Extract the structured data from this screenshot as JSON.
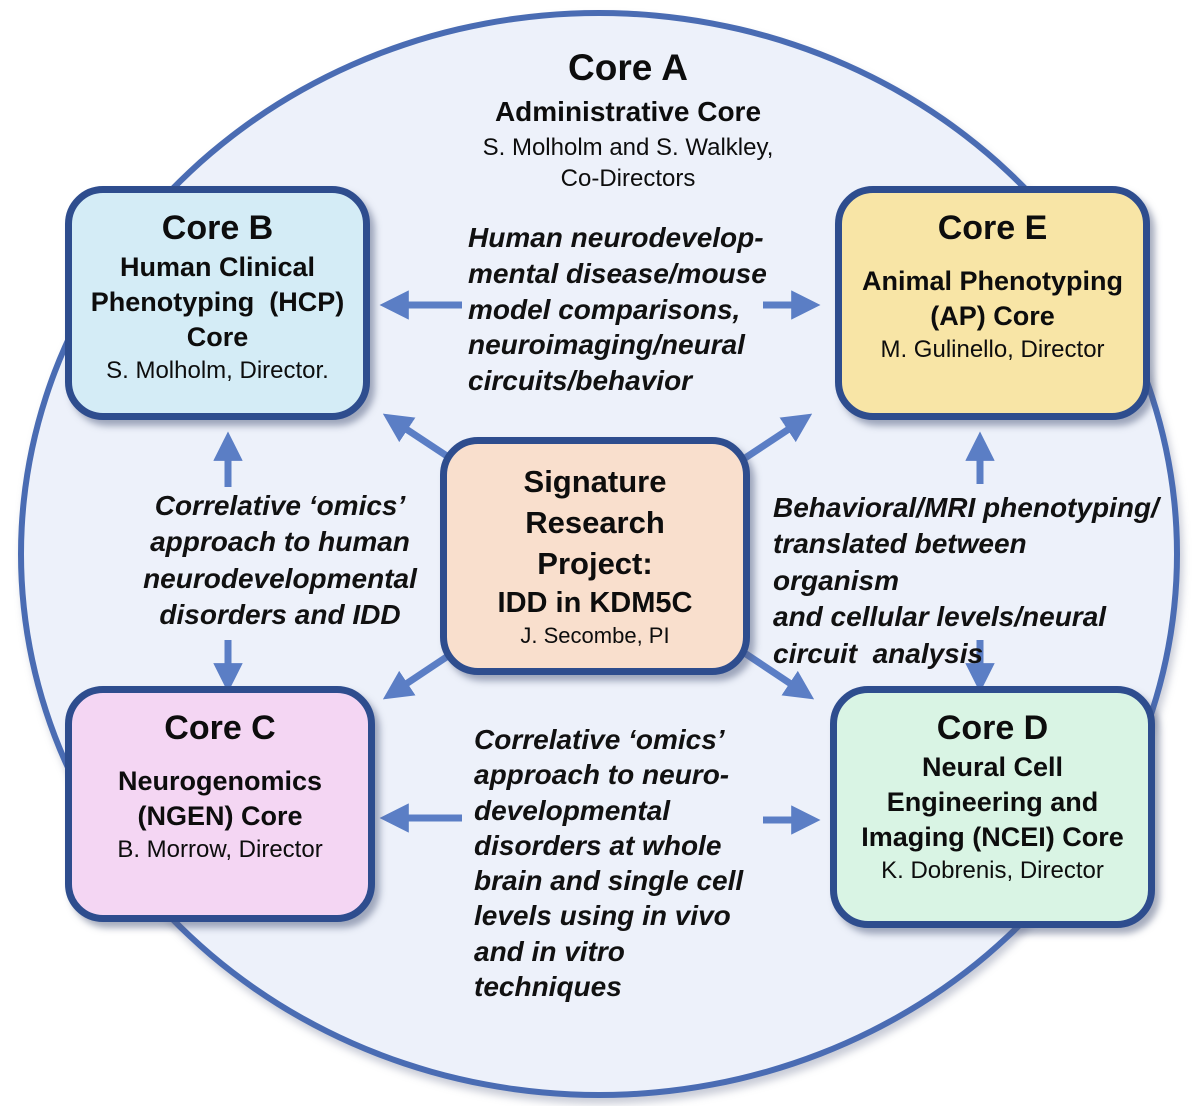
{
  "core_a": {
    "title": "Core A",
    "subtitle": "Administrative Core",
    "directors": "S. Molholm and S. Walkley,\nCo-Directors"
  },
  "boxes": {
    "core_b": {
      "title": "Core B",
      "name": "Human Clinical\nPhenotyping  (HCP)\nCore",
      "director": "S. Molholm, Director."
    },
    "core_e": {
      "title": "Core E",
      "name": "Animal Phenotyping\n(AP) Core",
      "director": "M. Gulinello, Director"
    },
    "center": {
      "title": "Signature\nResearch\nProject:",
      "project": "IDD in KDM5C",
      "pi": "J. Secombe, PI"
    },
    "core_c": {
      "title": "Core C",
      "name": "Neurogenomics\n(NGEN) Core",
      "director": "B. Morrow, Director"
    },
    "core_d": {
      "title": "Core D",
      "name": "Neural Cell\nEngineering and\nImaging (NCEI) Core",
      "director": "K. Dobrenis, Director"
    }
  },
  "annotations": {
    "top_between_b_e": "Human neurodevelop-\nmental disease/mouse\nmodel comparisons,\nneuroimaging/neural\ncircuits/behavior",
    "left_between_b_c": "Correlative ‘omics’\napproach to human\nneurodevelopmental\ndisorders and IDD",
    "right_between_e_d": "Behavioral/MRI phenotyping/\ntranslated between organism\nand cellular levels/neural\ncircuit  analysis",
    "bottom_between_c_d": "Correlative ‘omics’\napproach to neuro-\ndevelopmental\ndisorders at whole\nbrain and single cell\nlevels using in vivo\nand in vitro\ntechniques"
  },
  "colors": {
    "circle_fill": "#edf1fa",
    "circle_border": "#4a6cb3",
    "box_border": "#2e4d8e",
    "core_b_fill": "#d4ecf6",
    "core_e_fill": "#f8e5a6",
    "center_fill": "#f9dfcd",
    "core_c_fill": "#f4d6f3",
    "core_d_fill": "#d9f4e4",
    "arrow": "#5b7ec5",
    "text": "#0d0d0d"
  }
}
